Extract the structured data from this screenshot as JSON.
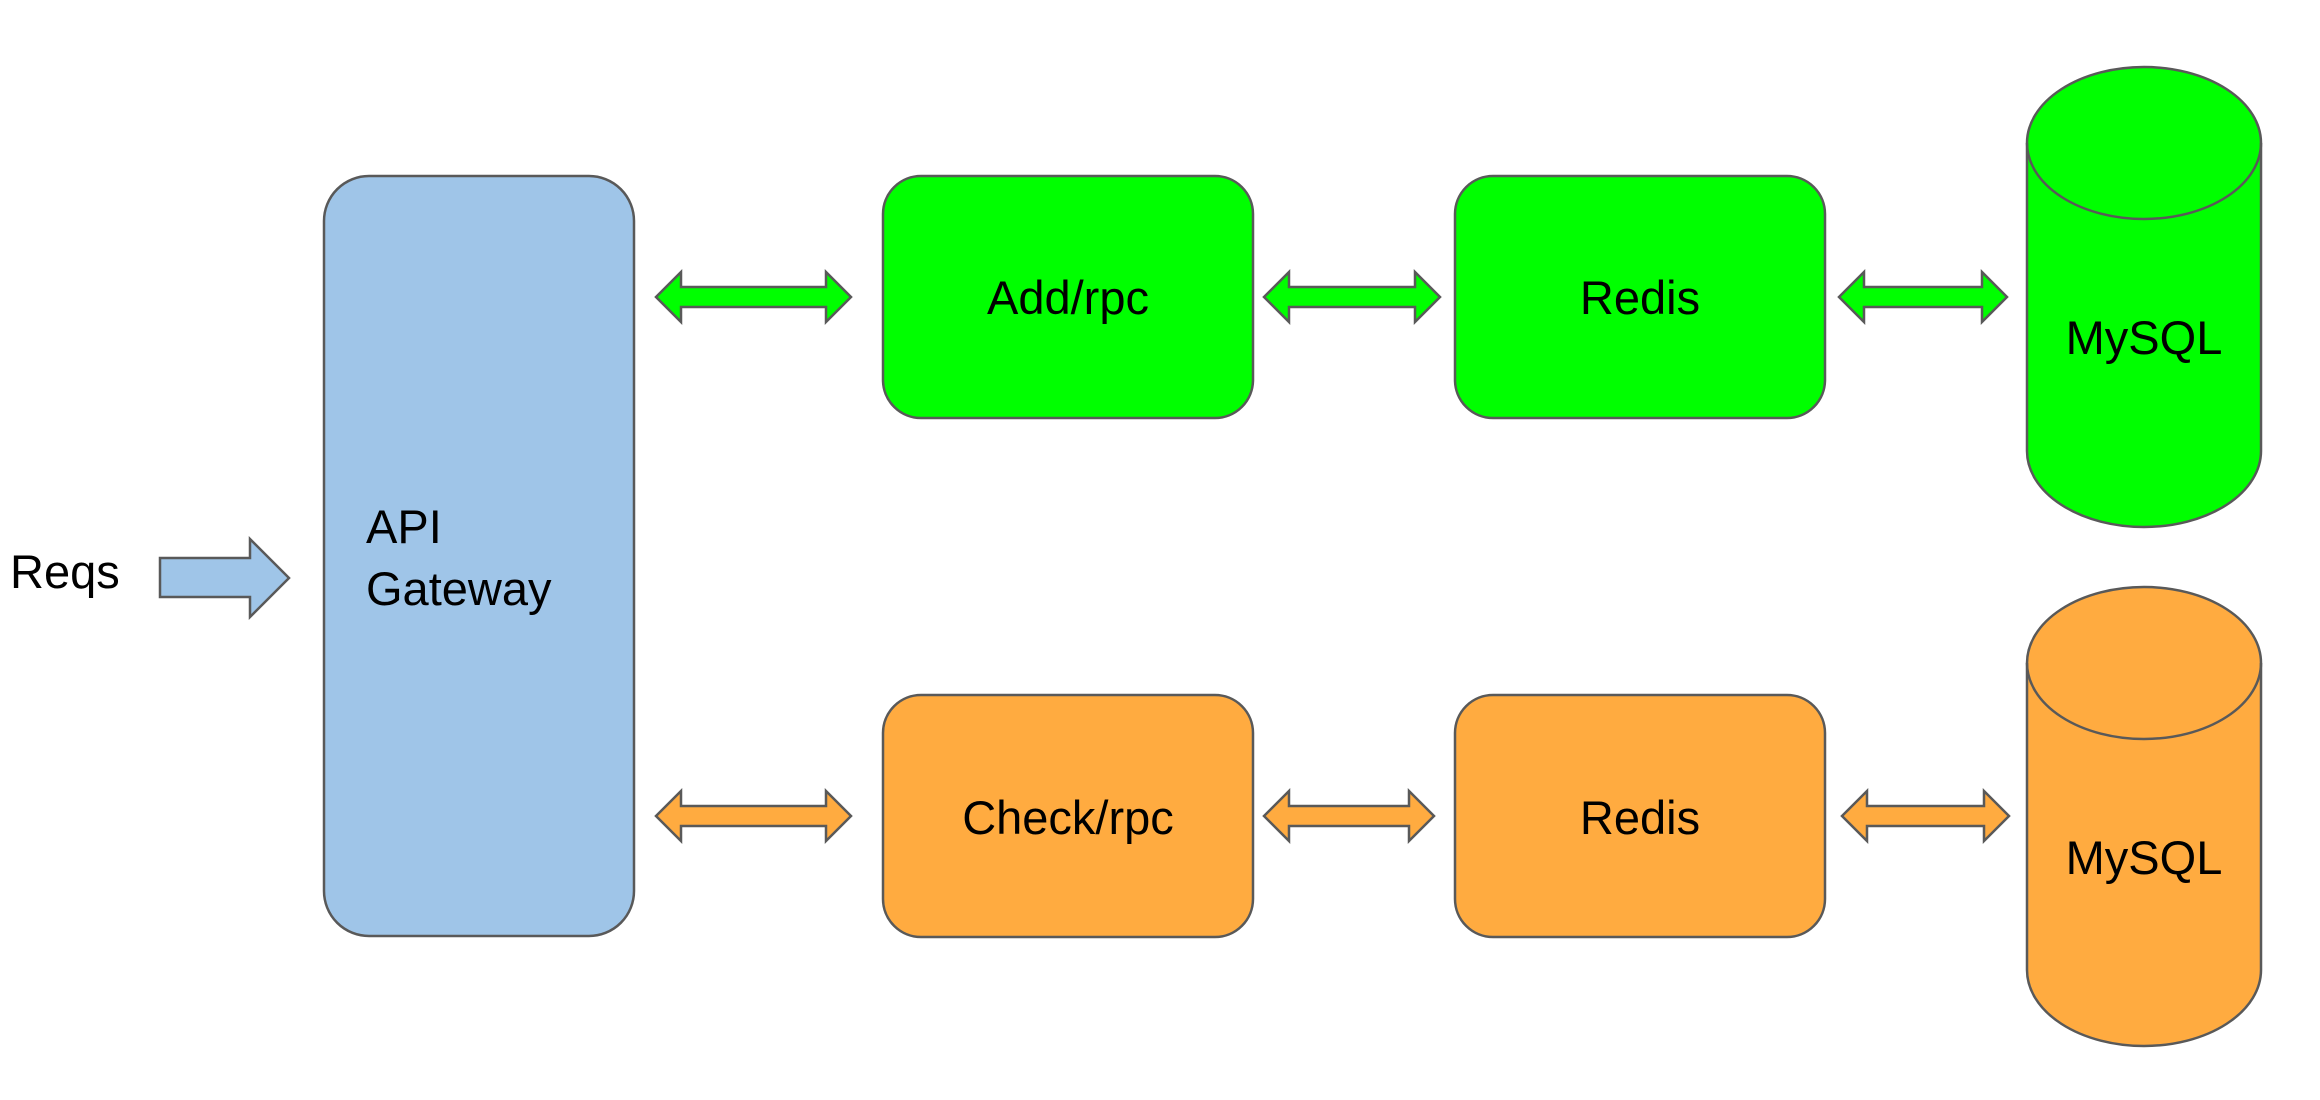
{
  "colors": {
    "gateway": "#9fc5e8",
    "add_path": "#00ff00",
    "check_path": "#ffab40",
    "outline": "#595959",
    "text": "#000000"
  },
  "input": {
    "label": "Reqs"
  },
  "gateway": {
    "label_line1": "API",
    "label_line2": "Gateway"
  },
  "add_path": {
    "service_label": "Add/rpc",
    "cache_label": "Redis",
    "db_label": "MySQL"
  },
  "check_path": {
    "service_label": "Check/rpc",
    "cache_label": "Redis",
    "db_label": "MySQL"
  }
}
